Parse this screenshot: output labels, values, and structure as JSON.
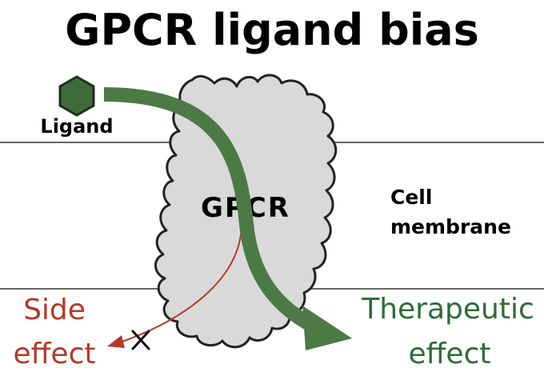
{
  "title": "GPCR ligand bias",
  "labels": {
    "ligand": "Ligand",
    "receptor": "GPCR",
    "membrane_line1": "Cell",
    "membrane_line2": "membrane",
    "side_line1": "Side",
    "side_line2": "effect",
    "thera_line1": "Therapeutic",
    "thera_line2": "effect"
  },
  "colors": {
    "ligand_fill": "#3f6a3a",
    "receptor_fill": "#d9d9d9",
    "receptor_outline": "#222222",
    "membrane_line": "#666666",
    "therapeutic_arrow": "#4b7a45",
    "therapeutic_text": "#2f6b3a",
    "side_arrow": "#b23a2b",
    "side_text": "#b23a2b"
  },
  "icons": {
    "ligand": "hexagon-icon",
    "blocked": "x-mark-icon"
  }
}
